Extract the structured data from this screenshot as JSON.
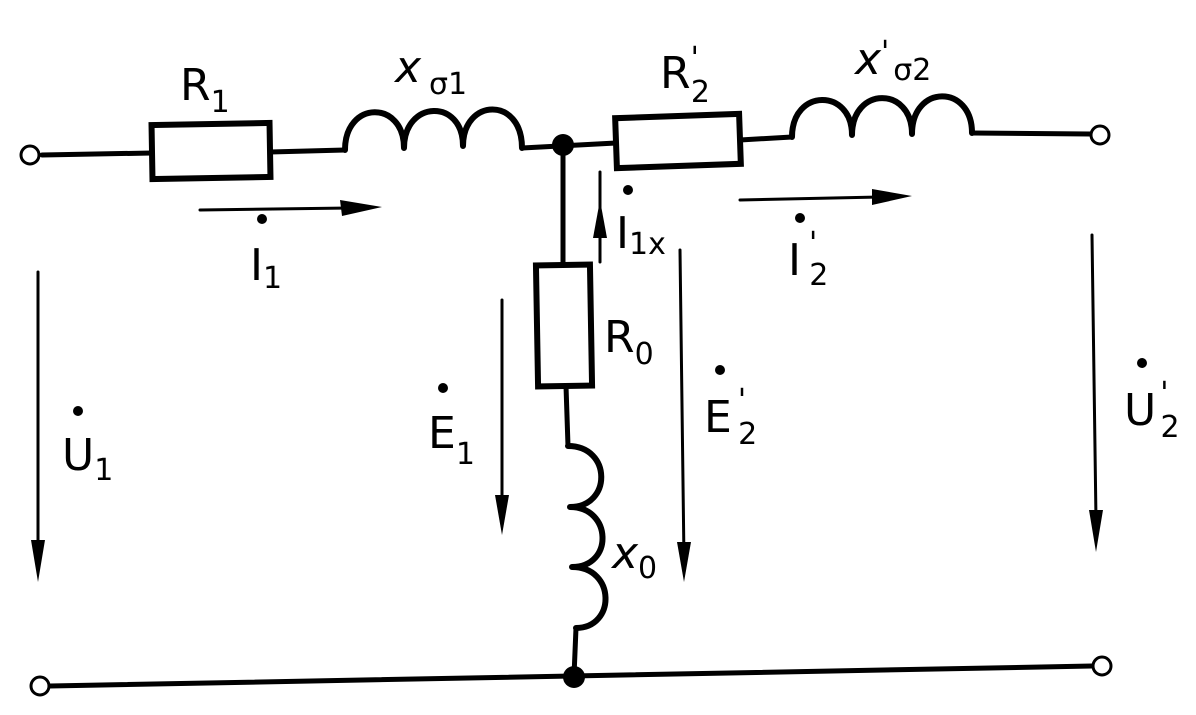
{
  "diagram": {
    "labels": {
      "r1": {
        "main": "R",
        "sub": "1"
      },
      "x_sigma1": {
        "main": "x",
        "sub": "σ1"
      },
      "r2p": {
        "main": "R",
        "sub": "2",
        "sup": "'"
      },
      "x_sigma2p": {
        "main": "x",
        "sup": "'",
        "sub": "σ2"
      },
      "r0": {
        "main": "R",
        "sub": "0"
      },
      "x0": {
        "main": "x",
        "sub": "0"
      },
      "i1": {
        "main": "I",
        "sub": "1"
      },
      "i1x": {
        "main": "I",
        "sub": "1x"
      },
      "i2p": {
        "main": "I",
        "sub": "2",
        "sup": "'"
      },
      "u1": {
        "main": "U",
        "sub": "1"
      },
      "e1": {
        "main": "E",
        "sub": "1"
      },
      "e2p": {
        "main": "E",
        "sub": "2",
        "sup": "'"
      },
      "u2p": {
        "main": "U",
        "sub": "2",
        "sup": "'"
      }
    }
  }
}
